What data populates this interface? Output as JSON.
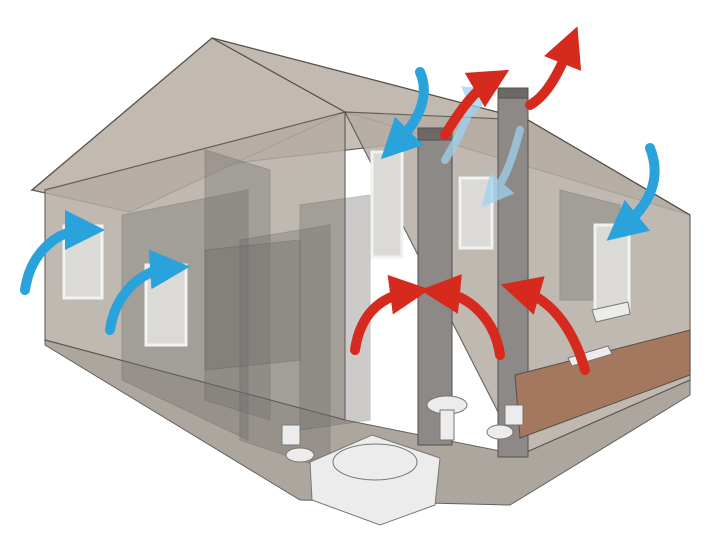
{
  "diagram": {
    "type": "house-ventilation-cutaway",
    "colors": {
      "background": "#ffffff",
      "wall_fill": "#b5ada4",
      "roof_fill": "#c2bab1",
      "interior_shade": "#8e8a86",
      "partition": "#6f6d6b",
      "outline": "#54504c",
      "duct": "#8d8986",
      "duct_dark": "#6c6966",
      "counter": "#a4785e",
      "fixture": "#ececec",
      "window_frame": "#f2f2f2",
      "intake_arrow": "#2aa3dd",
      "exhaust_arrow": "#d62a1f"
    },
    "intake_arrows": [
      "roof-left",
      "left-window-1",
      "left-window-2",
      "right-roof",
      "chimney-light-1",
      "chimney-light-2"
    ],
    "exhaust_arrows": [
      "bath-vent",
      "sink-vent",
      "kitchen-vent",
      "chimney-left-top",
      "chimney-right-top"
    ],
    "icons": [
      "window-icon",
      "toilet-icon",
      "sink-icon",
      "bathtub-icon",
      "stove-icon",
      "duct-icon"
    ]
  }
}
